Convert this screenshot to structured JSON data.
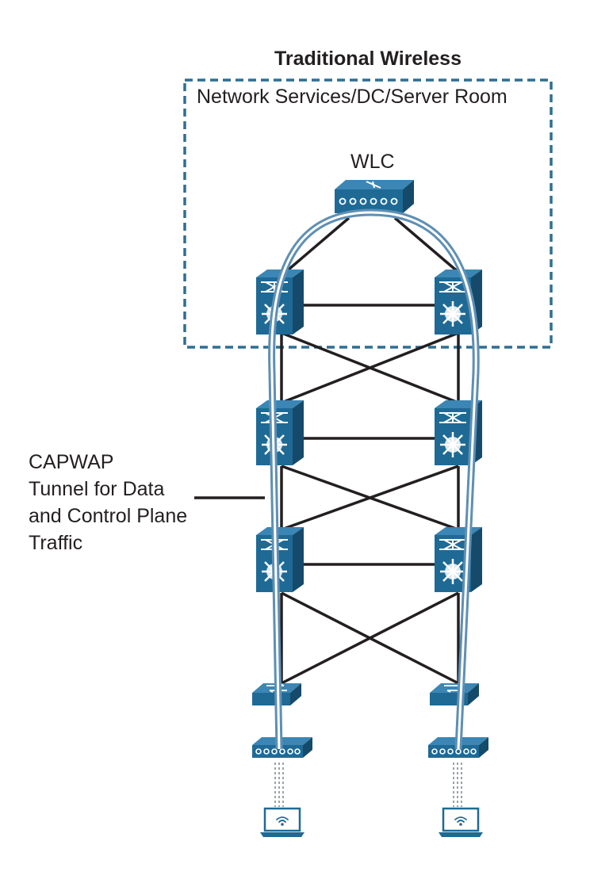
{
  "diagram": {
    "title": "Traditional Wireless",
    "zone_label": "Network Services/DC/Server Room",
    "controller_label": "WLC",
    "callout_lines": [
      "CAPWAP",
      "Tunnel for Data",
      "and Control Plane",
      "Traffic"
    ]
  },
  "colors": {
    "device_blue": "#1e6a95",
    "device_dark": "#154a6b",
    "device_light": "#3b86b4",
    "tunnel_blue": "#5f8fb3",
    "link_black": "#231f20",
    "zone_border": "#2e6e93"
  },
  "icons": [
    "wlc-icon",
    "multilayer-switch-icon",
    "access-switch-icon",
    "access-point-icon",
    "laptop-icon"
  ]
}
